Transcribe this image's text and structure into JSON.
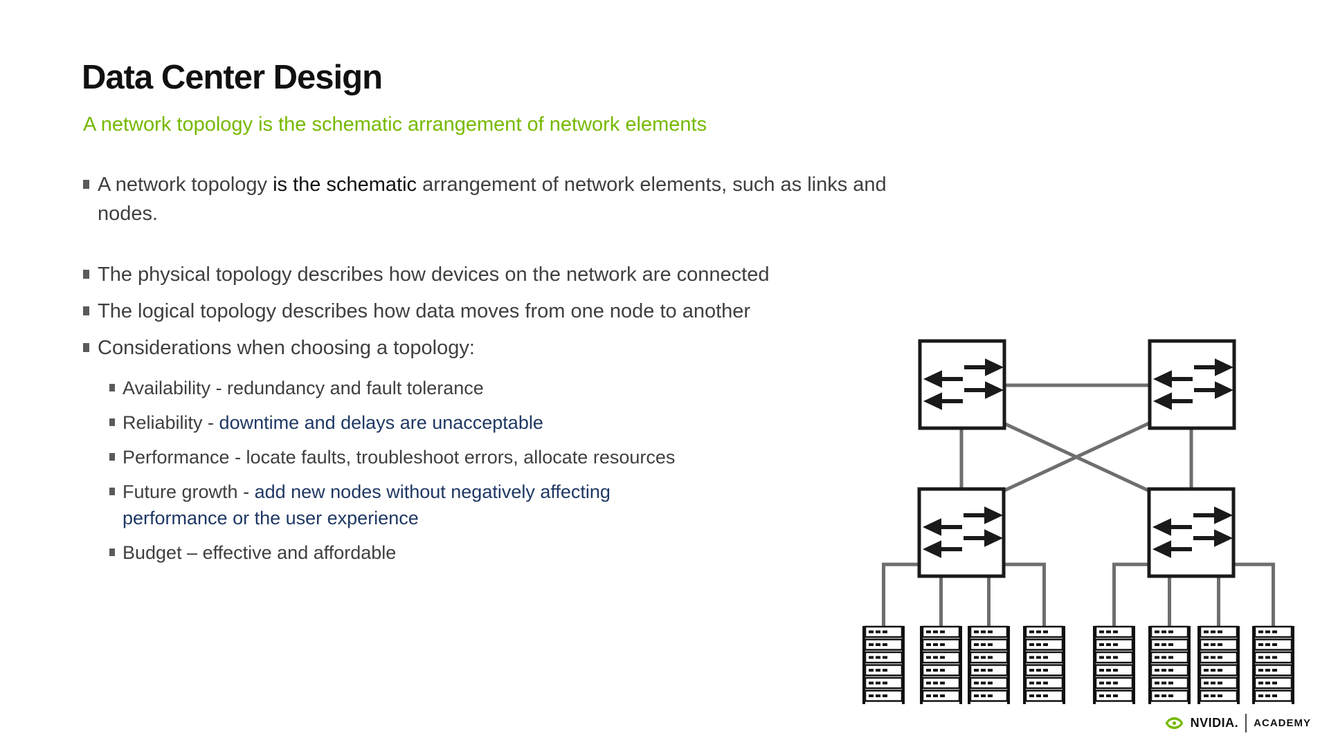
{
  "slide": {
    "title": "Data Center Design",
    "subtitle": "A network topology is the schematic arrangement of network elements",
    "bullets": {
      "b1": {
        "seg1": "A network topology ",
        "seg2": "is the schematic",
        "seg3": " arrangement of network elements, such as links and",
        "line2": "nodes."
      },
      "b2": "The physical topology describes how devices on the network are connected",
      "b3": "The logical topology describes how data moves from one node to another",
      "b4": "Considerations when choosing a topology:"
    },
    "sub_bullets": {
      "s1": "Availability - redundancy and fault tolerance",
      "s2_label": "Reliability - ",
      "s2_detail": "downtime and delays are unacceptable",
      "s3": "Performance - locate faults, troubleshoot errors, allocate resources",
      "s4_label": "Future growth - ",
      "s4_detail_line1": "add new nodes without negatively affecting",
      "s4_detail_line2": "performance or the user experience",
      "s5": "Budget – effective and affordable"
    }
  },
  "diagram": {
    "description": "Leaf-spine network topology diagram",
    "spine_switches": 2,
    "leaf_switches": 2,
    "server_racks": 8,
    "icons": [
      "switch-icon",
      "server-rack-icon"
    ]
  },
  "footer": {
    "brand": "NVIDIA.",
    "division": "ACADEMY"
  },
  "colors": {
    "accent_green": "#76b900",
    "body_gray": "#3f3f3f",
    "emphasis_navy": "#1f3864",
    "title_black": "#111111",
    "link_line_gray": "#6e6e6e",
    "background": "#ffffff"
  }
}
